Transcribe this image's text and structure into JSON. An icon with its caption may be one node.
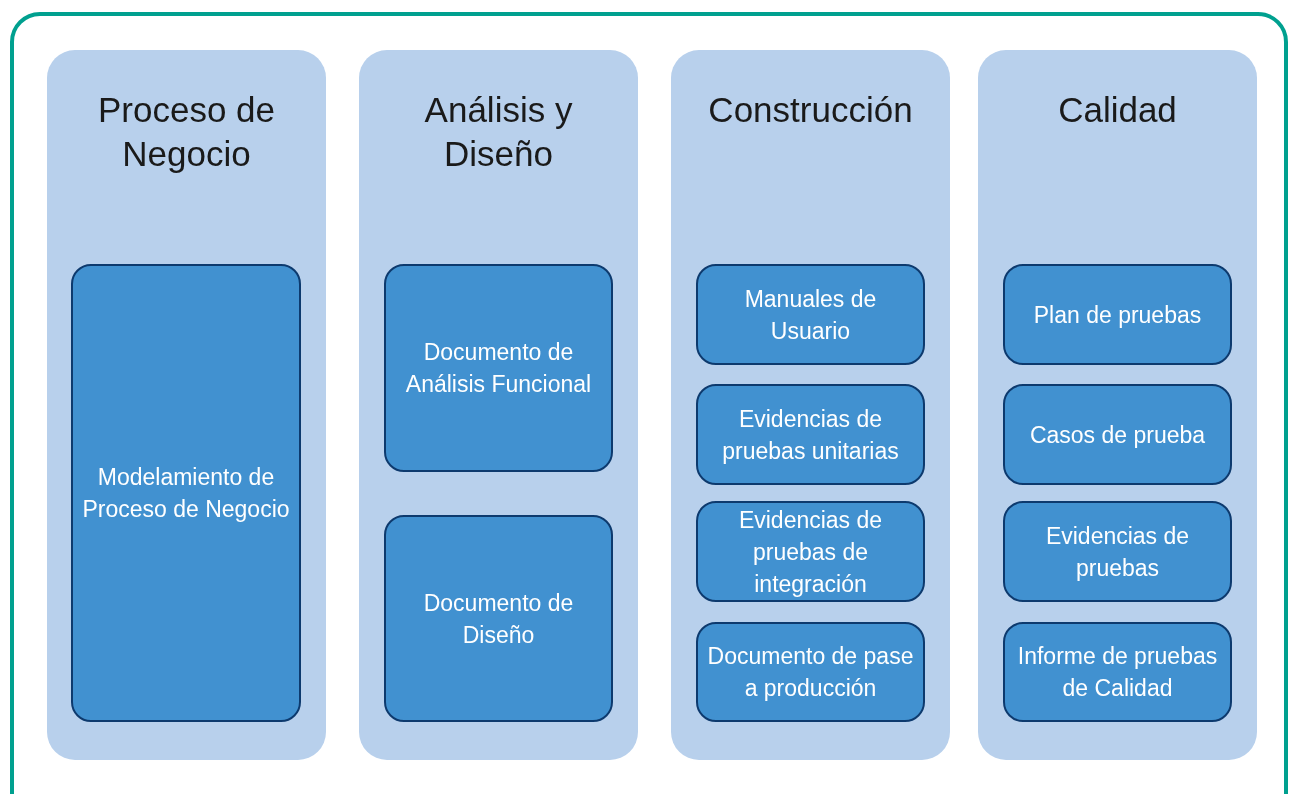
{
  "diagram": {
    "nodes": [
      {
        "text": [
          "Proceso de Negocio"
        ]
      },
      {
        "text": [
          "Modelamiento de Proceso de Negocio"
        ],
        "in": 0
      },
      {
        "text": [
          "Análisis y Diseño"
        ]
      },
      {
        "text": [
          "Documento de Análisis Funcional"
        ],
        "in": 2
      },
      {
        "text": [
          "Documento de Diseño"
        ],
        "in": 2
      },
      {
        "text": [
          "Construcción"
        ]
      },
      {
        "text": [
          "Manuales de Usuario"
        ],
        "in": 5
      },
      {
        "text": [
          "Evidencias de pruebas unitarias"
        ],
        "in": 5
      },
      {
        "text": [
          "Evidencias de pruebas de integración"
        ],
        "in": 5
      },
      {
        "text": [
          "Documento de pase a producción"
        ],
        "in": 5
      },
      {
        "text": [
          "Calidad"
        ]
      },
      {
        "text": [
          "Plan de pruebas"
        ],
        "in": 10
      },
      {
        "text": [
          "Casos de prueba"
        ],
        "in": 10
      },
      {
        "text": [
          "Evidencias de pruebas"
        ],
        "in": 10
      },
      {
        "text": [
          "Informe de pruebas de Calidad"
        ],
        "in": 10
      }
    ]
  }
}
